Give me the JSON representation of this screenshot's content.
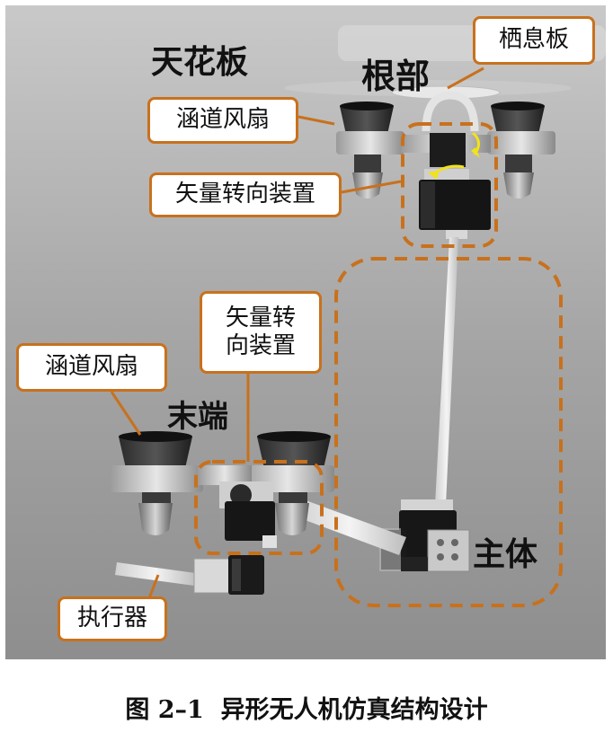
{
  "figure": {
    "labels": {
      "ceiling": "天花板",
      "root": "根部",
      "perch_plate": "栖息板",
      "ducted_fan_top": "涵道风扇",
      "vector_device_top": "矢量转向装置",
      "vector_device_end_line1": "矢量转",
      "vector_device_end_line2": "向装置",
      "ducted_fan_end": "涵道风扇",
      "end": "末端",
      "body": "主体",
      "actuator": "执行器"
    },
    "colors": {
      "label_border": "#c8711d",
      "dashed_outline": "#c8711d",
      "rotation_arrow": "#f2e21a"
    }
  },
  "caption": {
    "number": "图 2–1",
    "title": "异形无人机仿真结构设计"
  }
}
